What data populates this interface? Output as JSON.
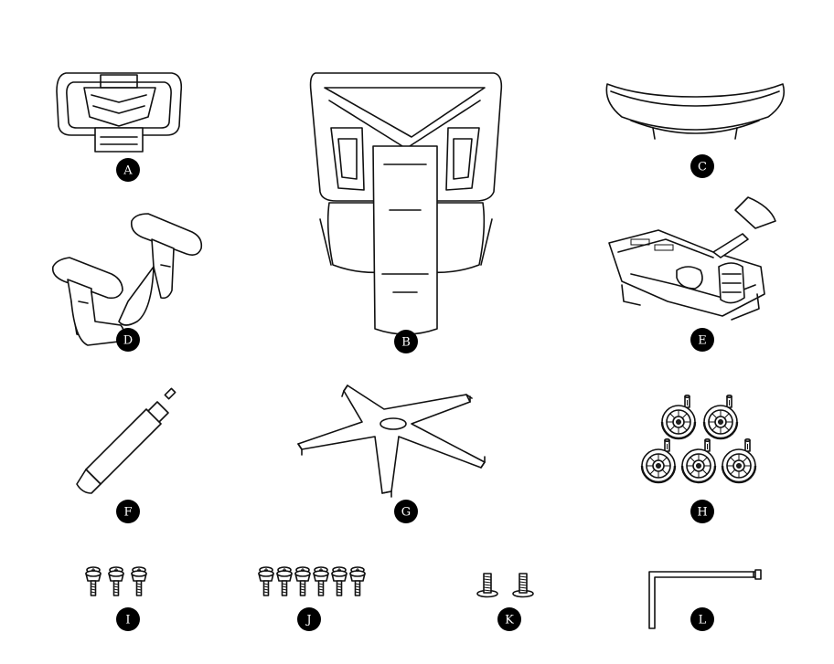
{
  "parts": [
    {
      "id": "headrest",
      "label": "A"
    },
    {
      "id": "backrest",
      "label": "B"
    },
    {
      "id": "seat",
      "label": "C"
    },
    {
      "id": "armrests",
      "label": "D"
    },
    {
      "id": "mechanism",
      "label": "E"
    },
    {
      "id": "gas-cylinder",
      "label": "F"
    },
    {
      "id": "base",
      "label": "G"
    },
    {
      "id": "casters",
      "label": "H"
    },
    {
      "id": "screws-3",
      "label": "I"
    },
    {
      "id": "screws-6",
      "label": "J"
    },
    {
      "id": "bolts-2",
      "label": "K"
    },
    {
      "id": "allen-key",
      "label": "L"
    }
  ]
}
